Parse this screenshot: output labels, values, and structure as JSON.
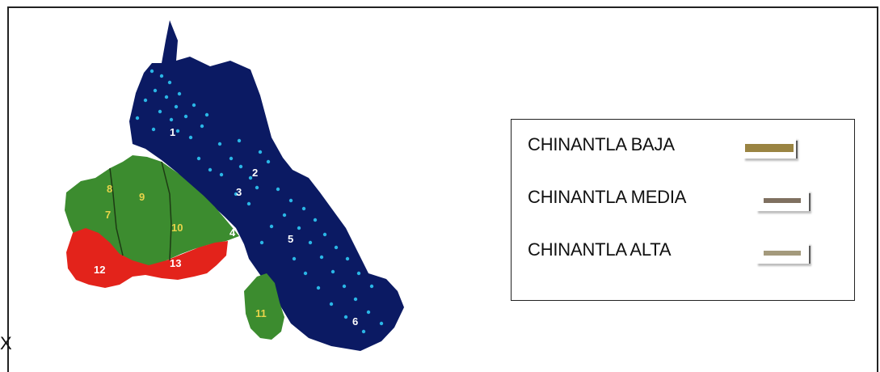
{
  "stray_mark": "X",
  "map": {
    "regions": [
      {
        "name": "chinantla-baja",
        "color": "#0b1a63"
      },
      {
        "name": "chinantla-media",
        "color": "#3c8c2f"
      },
      {
        "name": "chinantla-alta",
        "color": "#e3231b"
      }
    ],
    "dot_color": "#2ab6e6",
    "numbers": [
      {
        "label": "1",
        "color": "#ffffff"
      },
      {
        "label": "2",
        "color": "#ffffff"
      },
      {
        "label": "3",
        "color": "#ffffff"
      },
      {
        "label": "4",
        "color": "#ffffff"
      },
      {
        "label": "5",
        "color": "#ffffff"
      },
      {
        "label": "6",
        "color": "#ffffff"
      },
      {
        "label": "8",
        "color": "#e8d44a"
      },
      {
        "label": "9",
        "color": "#e8d44a"
      },
      {
        "label": "7",
        "color": "#e8d44a"
      },
      {
        "label": "10",
        "color": "#e8d44a"
      },
      {
        "label": "11",
        "color": "#e8d44a"
      },
      {
        "label": "12",
        "color": "#ffffff"
      },
      {
        "label": "13",
        "color": "#ffffff"
      }
    ]
  },
  "legend": {
    "items": [
      {
        "label": "CHINANTLA BAJA",
        "swatch_color": "#9a8442"
      },
      {
        "label": "CHINANTLA MEDIA",
        "swatch_color": "#7f7060"
      },
      {
        "label": "CHINANTLA ALTA",
        "swatch_color": "#a49a7c"
      }
    ]
  }
}
